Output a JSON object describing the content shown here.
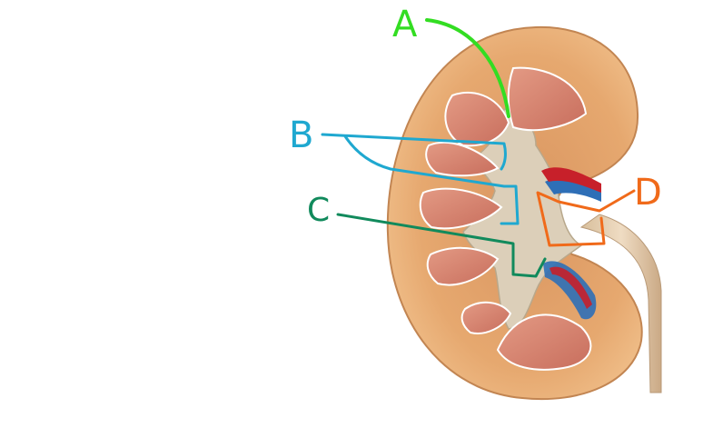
{
  "labels": {
    "a": "A",
    "b": "B",
    "c": "C",
    "d": "D"
  },
  "colors": {
    "background": "#ffffff",
    "cortex": "#e5a66c",
    "cortex_edge": "#c98a55",
    "medulla": "#d4806c",
    "pelvis": "#d9cbb4",
    "ureter": "#e2cdb0",
    "vein": "#2e6fb7",
    "artery": "#c7202a",
    "label_a": "#33dd22",
    "label_b": "#1fa8d0",
    "label_c": "#118a5c",
    "label_d": "#f06a1a"
  }
}
